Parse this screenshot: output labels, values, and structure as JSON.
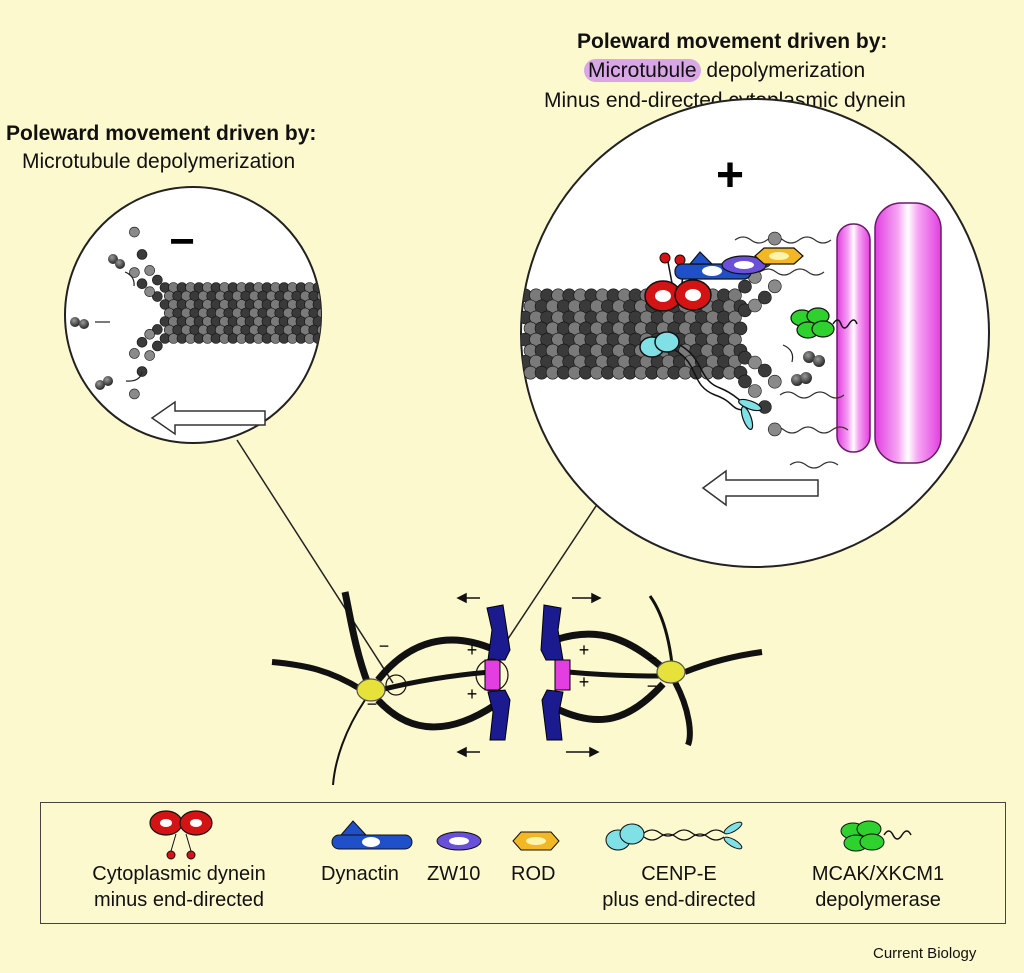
{
  "left_panel": {
    "heading": "Poleward movement driven by:",
    "line1": "Microtubule depolymerization",
    "end_sign": "−"
  },
  "right_panel": {
    "heading": "Poleward movement driven by:",
    "line1_highlight": "Microtubule",
    "line1_rest": " depolymerization",
    "line2": "Minus end-directed cytoplasmic dynein",
    "end_sign": "+"
  },
  "spindle_signs": {
    "minus": "−",
    "plus": "+"
  },
  "legend": {
    "dynein_line1": "Cytoplasmic dynein",
    "dynein_line2": "minus end-directed",
    "dynactin": "Dynactin",
    "zw10": "ZW10",
    "rod": "ROD",
    "cenpe_line1": "CENP-E",
    "cenpe_line2": "plus end-directed",
    "mcak_line1": "MCAK/XKCM1",
    "mcak_line2": "depolymerase"
  },
  "credit": "Current Biology",
  "colors": {
    "background": "#fdf9cf",
    "dynein": "#d41414",
    "dynactin": "#1f4fc9",
    "zw10": "#6a4fd8",
    "rod": "#f2b724",
    "cenpe": "#7fe0e6",
    "mcak": "#2ed12e",
    "kinetochore": "#e23ee0",
    "chromosome": "#1b1b8f",
    "pole": "#e6e23a"
  }
}
